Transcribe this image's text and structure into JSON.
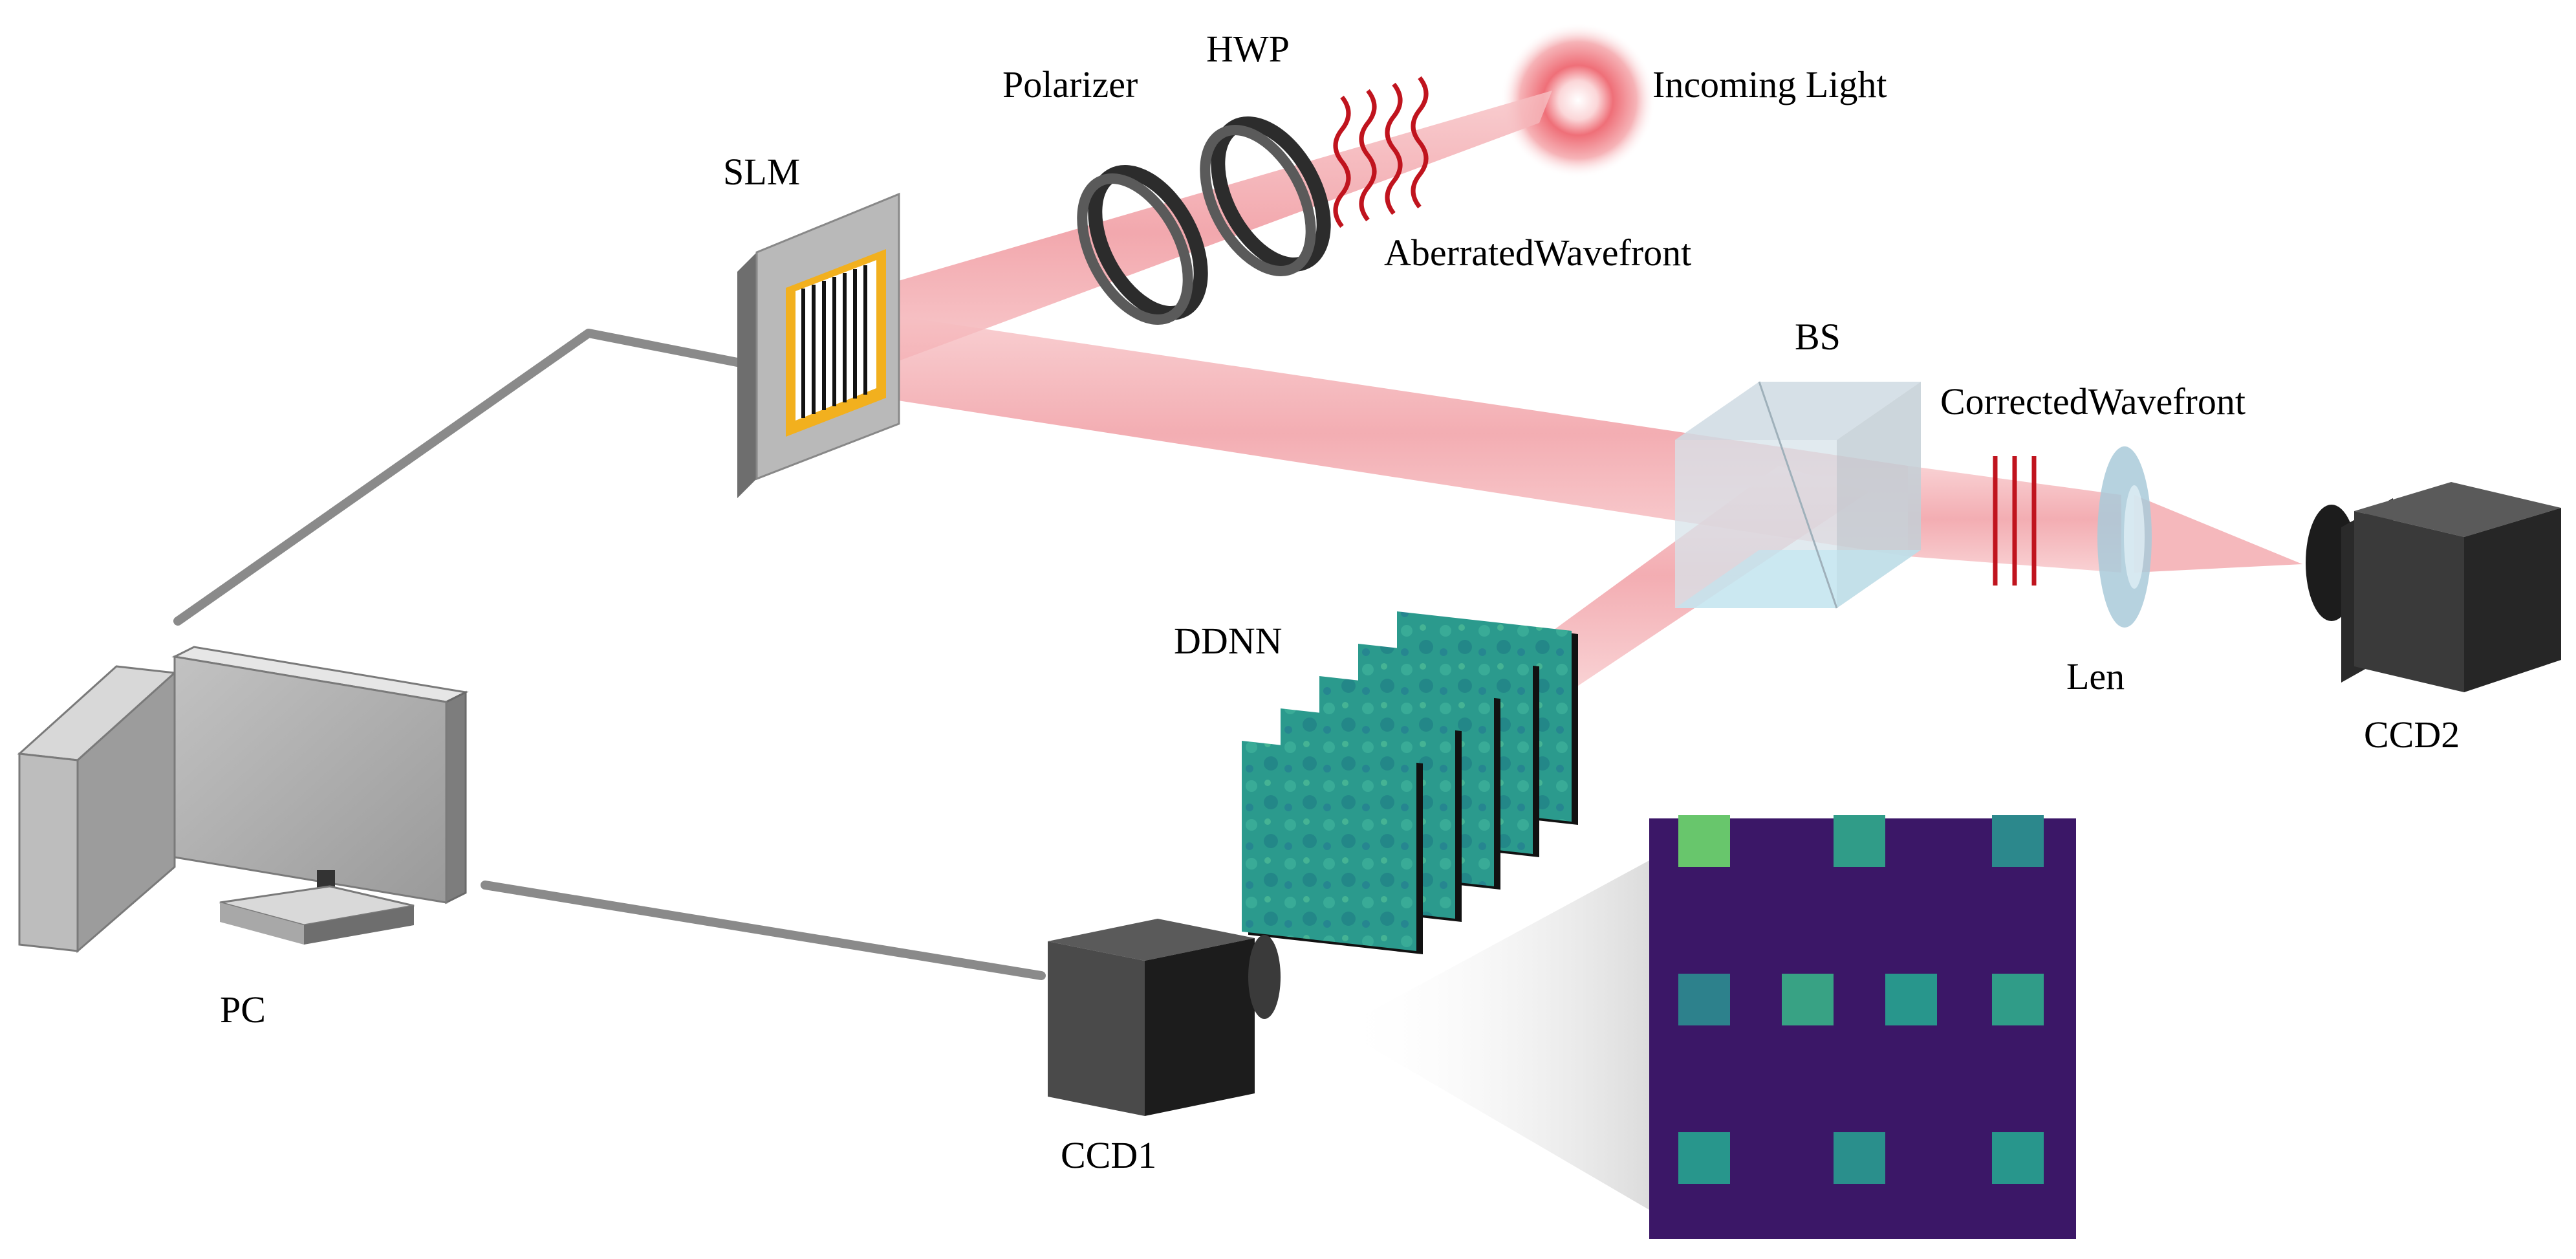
{
  "labels": {
    "polarizer": "Polarizer",
    "hwp": "HWP",
    "incoming_light": "Incoming Light",
    "slm": "SLM",
    "aberrated_wavefront": "AberratedWavefront",
    "bs": "BS",
    "corrected_wavefront": "CorrectedWavefront",
    "ddnn": "DDNN",
    "len": "Len",
    "ccd2": "CCD2",
    "ccd1": "CCD1",
    "pc": "PC"
  },
  "colors": {
    "beam": "#f5a3a8",
    "wave": "#c0141e",
    "slm_frame": "#f2b01e",
    "layer": "#2a9a8c",
    "output_bg": "#3b1767",
    "camera": "#3a3a3a",
    "cable": "#8a8a8a"
  },
  "output_pattern": {
    "grid_rows": 3,
    "intensity": [
      [
        0.9,
        0.55,
        0.4
      ],
      [
        0.35,
        0.6,
        0.5,
        0.55
      ],
      [
        0.5,
        0.45,
        0.5
      ]
    ]
  }
}
